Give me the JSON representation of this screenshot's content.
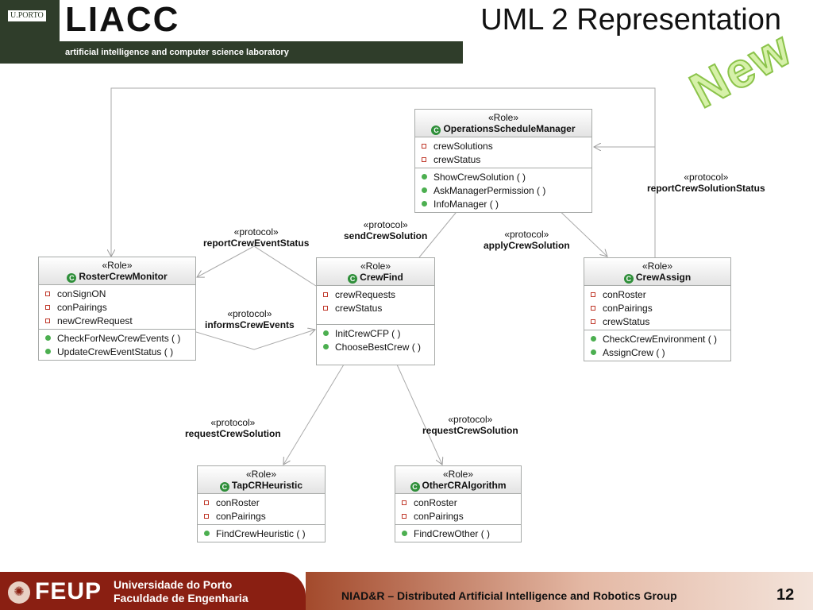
{
  "header": {
    "uporto": "U.PORTO",
    "logo": "LIACC",
    "tagline": "artificial intelligence and computer science laboratory",
    "title": "UML 2 Representation",
    "stamp": "New"
  },
  "diagram": {
    "classes": [
      {
        "stereotype": "«Role»",
        "name": "OperationsScheduleManager",
        "attributes": [
          "crewSolutions",
          "crewStatus"
        ],
        "operations": [
          "ShowCrewSolution ( )",
          "AskManagerPermission ( )",
          "InfoManager ( )"
        ]
      },
      {
        "stereotype": "«Role»",
        "name": "RosterCrewMonitor",
        "attributes": [
          "conSignON",
          "conPairings",
          "newCrewRequest"
        ],
        "operations": [
          "CheckForNewCrewEvents ( )",
          "UpdateCrewEventStatus ( )"
        ]
      },
      {
        "stereotype": "«Role»",
        "name": "CrewFind",
        "attributes": [
          "crewRequests",
          "crewStatus"
        ],
        "operations": [
          "InitCrewCFP ( )",
          "ChooseBestCrew ( )"
        ]
      },
      {
        "stereotype": "«Role»",
        "name": "CrewAssign",
        "attributes": [
          "conRoster",
          "conPairings",
          "crewStatus"
        ],
        "operations": [
          "CheckCrewEnvironment ( )",
          "AssignCrew ( )"
        ]
      },
      {
        "stereotype": "«Role»",
        "name": "TapCRHeuristic",
        "attributes": [
          "conRoster",
          "conPairings"
        ],
        "operations": [
          "FindCrewHeuristic ( )"
        ]
      },
      {
        "stereotype": "«Role»",
        "name": "OtherCRAlgorithm",
        "attributes": [
          "conRoster",
          "conPairings"
        ],
        "operations": [
          "FindCrewOther ( )"
        ]
      }
    ],
    "edges": [
      {
        "stereotype": "«protocol»",
        "name": "reportCrewSolutionStatus"
      },
      {
        "stereotype": "«protocol»",
        "name": "reportCrewEventStatus"
      },
      {
        "stereotype": "«protocol»",
        "name": "sendCrewSolution"
      },
      {
        "stereotype": "«protocol»",
        "name": "applyCrewSolution"
      },
      {
        "stereotype": "«protocol»",
        "name": "informsCrewEvents"
      },
      {
        "stereotype": "«protocol»",
        "name": "requestCrewSolution"
      },
      {
        "stereotype": "«protocol»",
        "name": "requestCrewSolution"
      }
    ]
  },
  "footer": {
    "feup": "FEUP",
    "university": "Universidade do Porto",
    "faculty": "Faculdade de Engenharia",
    "group": "NIAD&R – Distributed Artificial Intelligence and Robotics Group",
    "page": "12"
  }
}
